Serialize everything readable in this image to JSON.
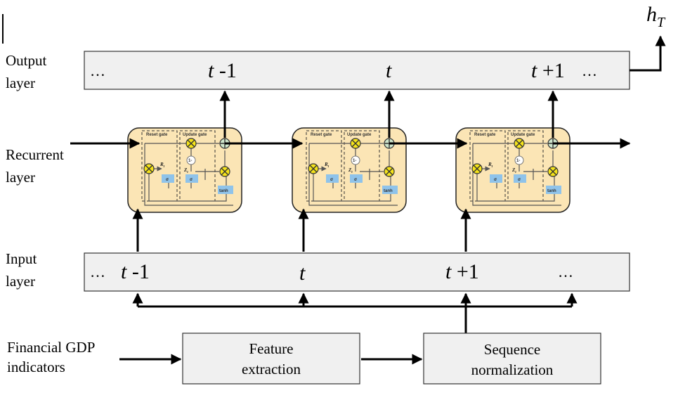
{
  "labels": {
    "output_line1": "Output",
    "output_line2": "layer",
    "recurrent_line1": "Recurrent",
    "recurrent_line2": "layer",
    "input_line1": "Input",
    "input_line2": "layer",
    "financial_line1": "Financial GDP",
    "financial_line2": "indicators",
    "h_T_base": "h",
    "h_T_sub": "T"
  },
  "output_layer": {
    "dots_left": "…",
    "t_prev_var": "t",
    "t_prev_suffix": " -1",
    "t_curr": "t",
    "t_next_var": "t",
    "t_next_suffix": " +1",
    "dots_right": "…"
  },
  "input_layer": {
    "dots_left": "…",
    "t_prev_var": "t",
    "t_prev_suffix": " -1",
    "t_curr": "t",
    "t_next_var": "t",
    "t_next_suffix": " +1",
    "dots_right": "…"
  },
  "gru_cell": {
    "reset_gate": "Reset gate",
    "update_gate": "Update gate",
    "r_label": "R",
    "r_sub": "t",
    "z_label": "Z",
    "z_sub": "t",
    "one_minus": "1-",
    "sigma": "σ",
    "tanh": "tanh"
  },
  "boxes": {
    "feature_line1": "Feature",
    "feature_line2": "extraction",
    "sequence_line1": "Sequence",
    "sequence_line2": "normalization"
  },
  "colors": {
    "cell_fill": "#fbe5b5",
    "gate_yellow": "#f5e31a",
    "sigma_blue": "#8fc3ea",
    "layer_fill": "#f0f0f0",
    "plus_green": "#cfe6cc"
  }
}
